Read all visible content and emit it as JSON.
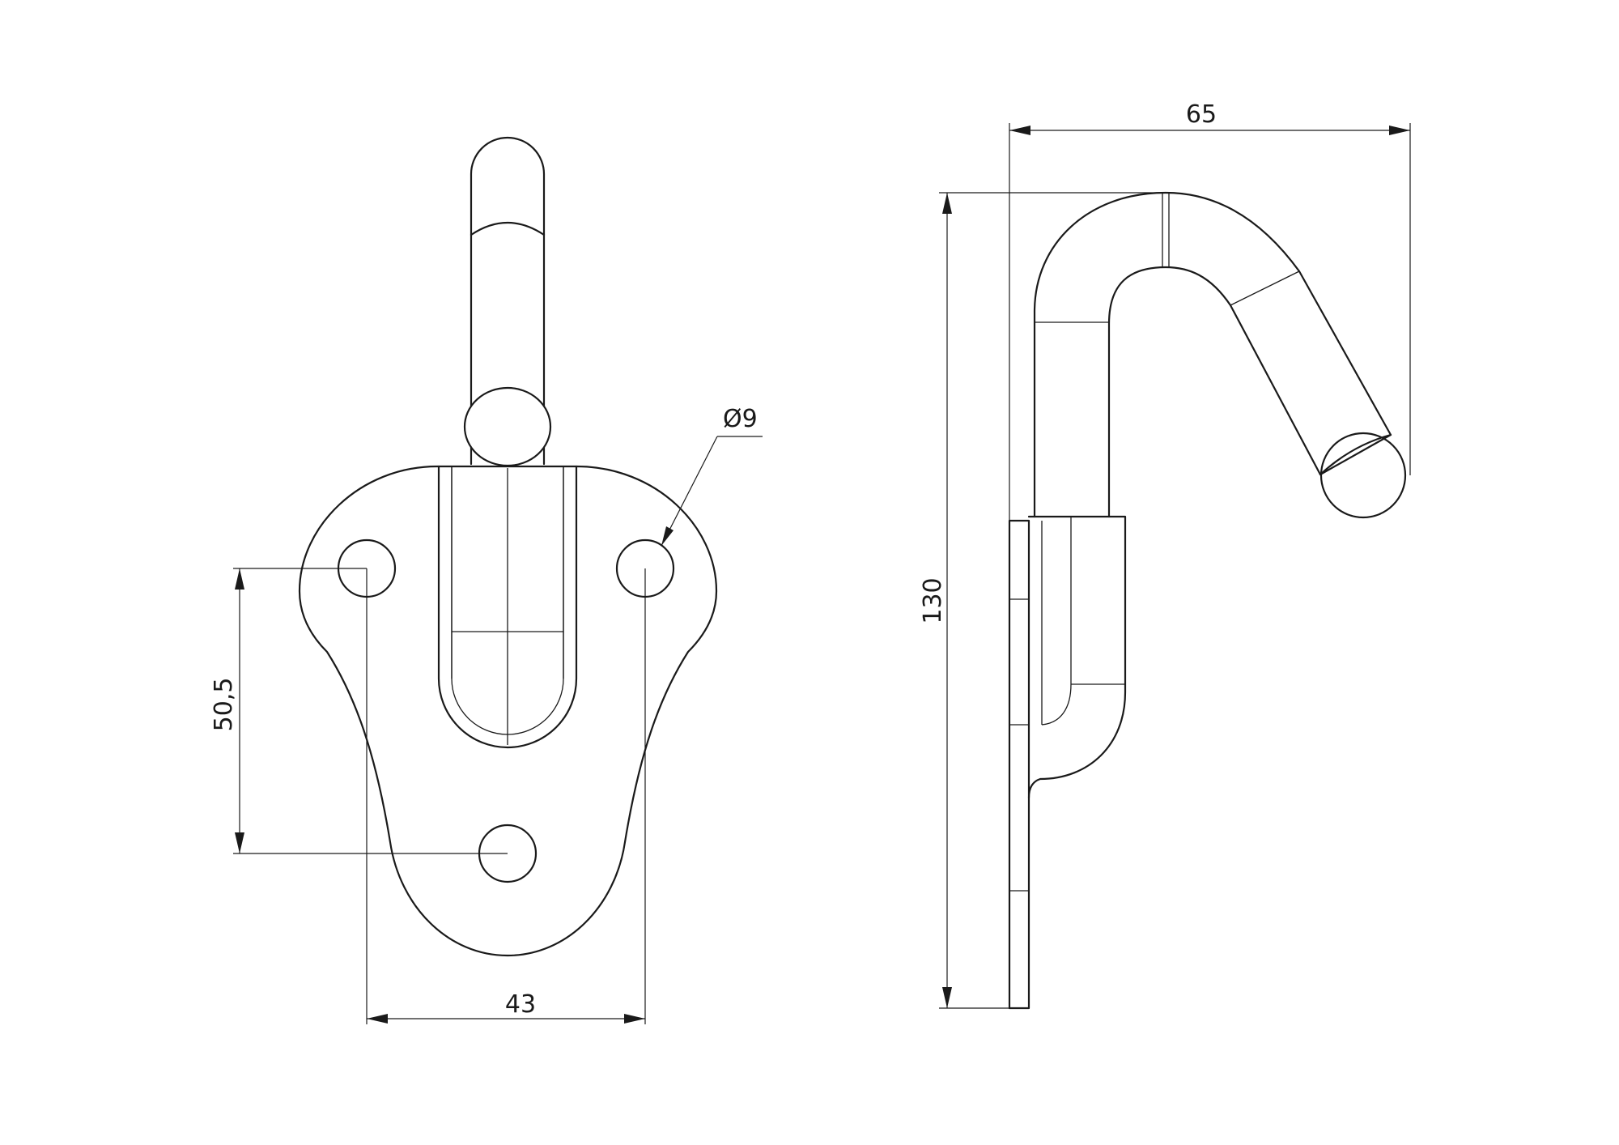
{
  "dimensions": {
    "hole_spacing_width": "43",
    "hole_spacing_height": "50,5",
    "hole_diameter": "Ø9",
    "depth": "65",
    "height": "130"
  },
  "colors": {
    "line": "#1a1a1a",
    "background": "#ffffff"
  }
}
